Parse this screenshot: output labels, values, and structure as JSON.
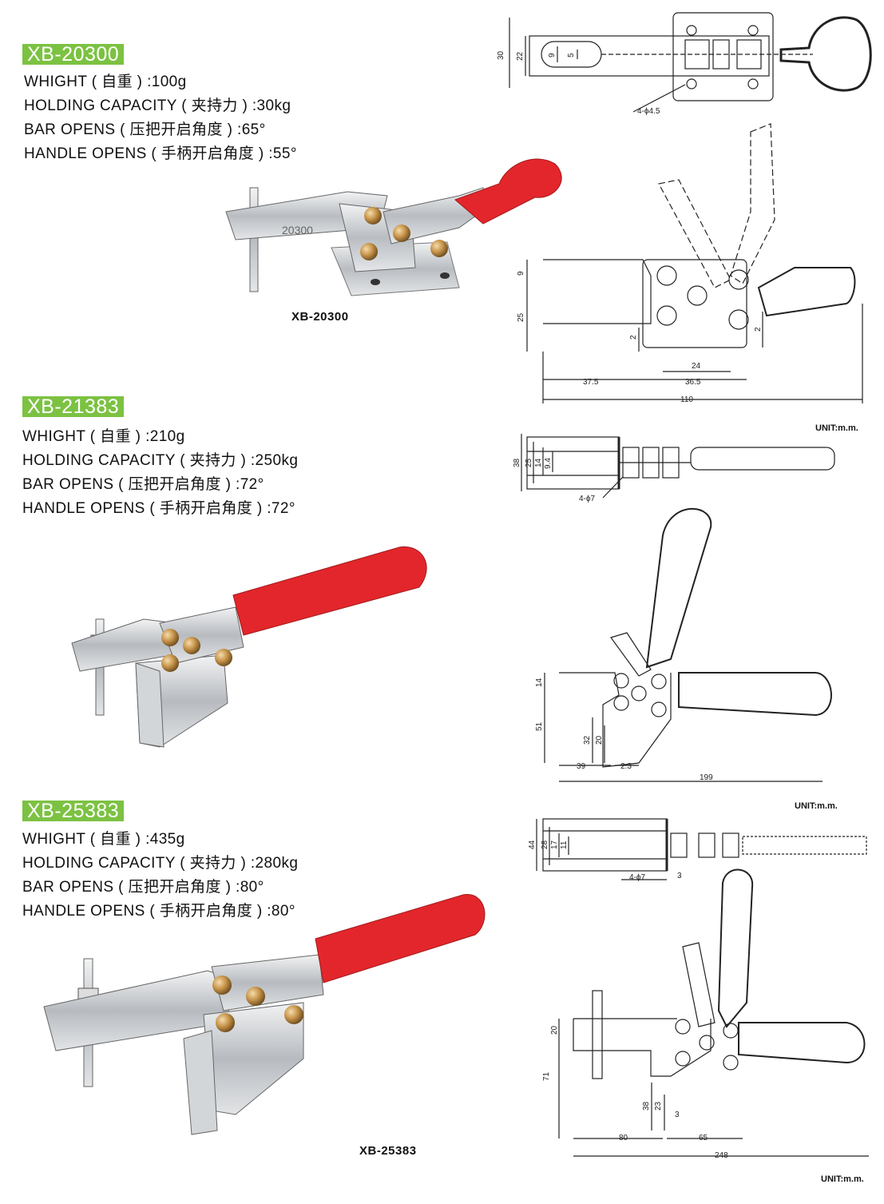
{
  "products": [
    {
      "model": "XB-20300",
      "specs": [
        "WHIGHT ( 自重 ) :100g",
        "HOLDING CAPACITY ( 夹持力 )  :30kg",
        "BAR OPENS ( 压把开启角度 ) :65°",
        "HANDLE OPENS ( 手柄开启角度 ) :55°"
      ],
      "photo_caption": "XB-20300",
      "photo_label": "20300",
      "drawing": {
        "top_dims": [
          "30",
          "22",
          "9",
          "5"
        ],
        "hole_note": "4-ϕ4.5",
        "side_dims": [
          "9",
          "25",
          "2",
          "2",
          "24",
          "36.5",
          "37.5",
          "110"
        ]
      }
    },
    {
      "model": "XB-21383",
      "specs": [
        "WHIGHT ( 自重 ) :210g",
        "HOLDING CAPACITY ( 夹持力 ) :250kg",
        "BAR OPENS ( 压把开启角度 ) :72°",
        "HANDLE OPENS ( 手柄开启角度 ) :72°"
      ],
      "drawing": {
        "top_dims": [
          "38",
          "25",
          "14",
          "9.4"
        ],
        "hole_note": "4-ϕ7",
        "side_dims": [
          "14",
          "51",
          "32",
          "20",
          "39",
          "2.3",
          "199"
        ]
      }
    },
    {
      "model": "XB-25383",
      "specs": [
        "WHIGHT ( 自重 ) :435g",
        "HOLDING CAPACITY ( 夹持力 ) :280kg",
        "BAR OPENS ( 压把开启角度 ) :80°",
        "HANDLE OPENS ( 手柄开启角度 ) :80°"
      ],
      "photo_caption": "XB-25383",
      "drawing": {
        "top_dims": [
          "44",
          "28",
          "17",
          "11"
        ],
        "hole_note": "4-ϕ7",
        "hole_note_extra": "3",
        "side_dims": [
          "20",
          "71",
          "38",
          "23",
          "3",
          "80",
          "65",
          "248"
        ]
      }
    }
  ],
  "unit_label": "UNIT:m.m.",
  "colors": {
    "badge": "#7cc242",
    "handle": "#e3262b",
    "metal": "#c9ccd0",
    "rivet": "#c8954a"
  }
}
